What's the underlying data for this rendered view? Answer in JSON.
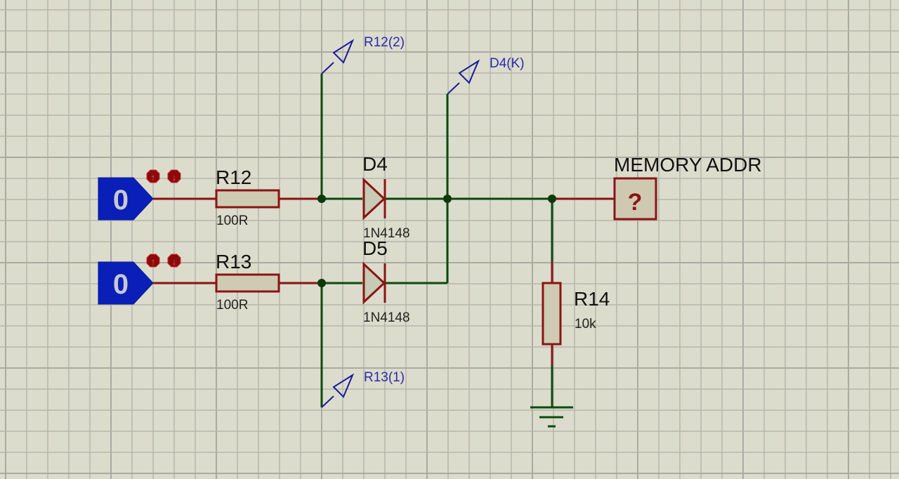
{
  "colors": {
    "background": "#dcdccc",
    "grid_minor": "#b4b6aa",
    "grid_major": "#a9ab9f",
    "wire_green": "#0b4a10",
    "wire_red": "#8a1414",
    "component_outline": "#8a1414",
    "component_fill": "#cfcbb3",
    "junction": "#0b3a0b",
    "logic_state_fill": "#0a1fb8",
    "logic_state_text": "#c8c8d2",
    "probe_blue": "#1a1aa0",
    "label_black": "#111111",
    "toggle_fill": "#8a0b0b"
  },
  "components": {
    "logic_state_1": {
      "value": "0",
      "toggle_up": "↑",
      "toggle_down": "↓"
    },
    "logic_state_2": {
      "value": "0",
      "toggle_up": "↑",
      "toggle_down": "↓"
    },
    "r12": {
      "ref": "R12",
      "value": "100R"
    },
    "r13": {
      "ref": "R13",
      "value": "100R"
    },
    "r14": {
      "ref": "R14",
      "value": "10k"
    },
    "d4": {
      "ref": "D4",
      "value": "1N4148"
    },
    "d5": {
      "ref": "D5",
      "value": "1N4148"
    },
    "logic_probe": {
      "title": "MEMORY ADDR",
      "value": "?"
    }
  },
  "probes": {
    "r12_2": "R12(2)",
    "d4_k": "D4(K)",
    "r13_1": "R13(1)"
  }
}
